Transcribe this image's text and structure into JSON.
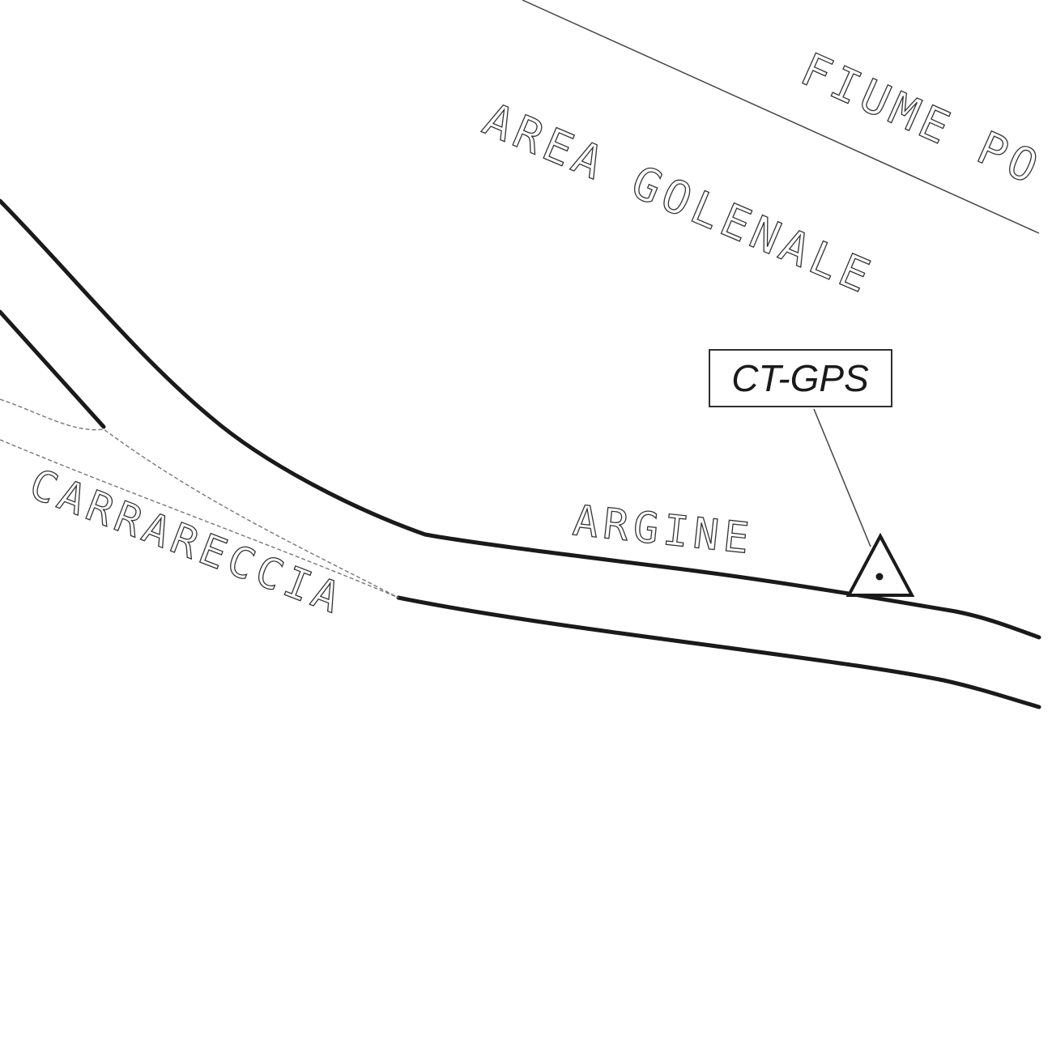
{
  "labels": {
    "river": "FIUME PO",
    "floodplain": "AREA GOLENALE",
    "levee": "ARGINE",
    "cart_track": "CARRARECCIA"
  },
  "marker": {
    "label": "CT-GPS",
    "symbol": "triangle-dot-icon"
  },
  "colors": {
    "background": "#ffffff",
    "line": "#1a1a1a",
    "thin_line": "#444444",
    "dashed_line": "#777777"
  }
}
